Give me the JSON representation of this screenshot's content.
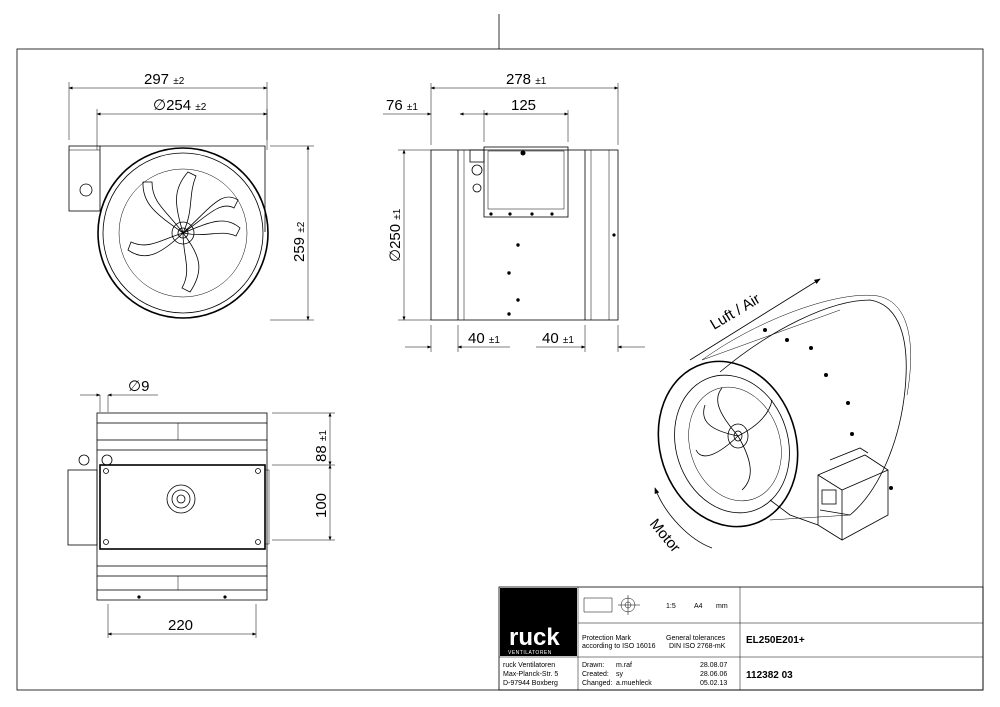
{
  "dimensions": {
    "front_width": "297",
    "front_width_tol": "±2",
    "front_dia": "254",
    "front_dia_tol": "±2",
    "front_height": "259",
    "front_height_tol": "±2",
    "side_length": "278",
    "side_length_tol": "±1",
    "side_offset": "76",
    "side_offset_tol": "±1",
    "side_box": "125",
    "side_dia": "250",
    "side_dia_tol": "±1",
    "side_left_40": "40",
    "side_left_40_tol": "±1",
    "side_right_40": "40",
    "side_right_40_tol": "±1",
    "top_hole": "9",
    "top_88": "88",
    "top_88_tol": "±1",
    "top_100": "100",
    "top_220": "220",
    "diameter_symbol": "∅"
  },
  "labels": {
    "airflow": "Luft / Air",
    "motor": "Motor"
  },
  "title_block": {
    "logo": "ruck",
    "logo_sub": "VENTILATOREN",
    "scale": "1:5",
    "format": "A4",
    "unit": "mm",
    "protection_line1": "Protection Mark",
    "protection_line2": "according to ISO 16016",
    "tolerances_line1": "General tolerances",
    "tolerances_line2": "DIN ISO 2768-mK",
    "model": "EL250E201+",
    "company1": "ruck Ventilatoren",
    "company2": "Max-Planck-Str. 5",
    "company3": "D-97944 Boxberg",
    "drawn_label": "Drawn:",
    "drawn_by": "m.raf",
    "drawn_date": "28.08.07",
    "created_label": "Created:",
    "created_by": "sy",
    "created_date": "28.06.06",
    "changed_label": "Changed:",
    "changed_by": "a.muehleck",
    "changed_date": "05.02.13",
    "drawing_number": "112382 03"
  }
}
